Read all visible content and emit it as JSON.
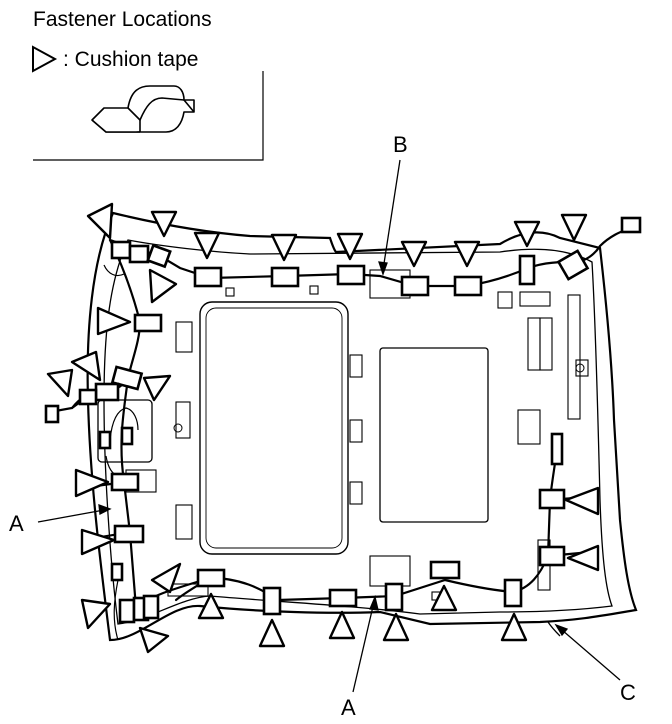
{
  "title": "Fastener Locations",
  "legend": {
    "label": ": Cushion tape",
    "symbol": "triangle-icon"
  },
  "callouts": {
    "a_left": "A",
    "a_bottom": "A",
    "b": "B",
    "c": "C"
  }
}
